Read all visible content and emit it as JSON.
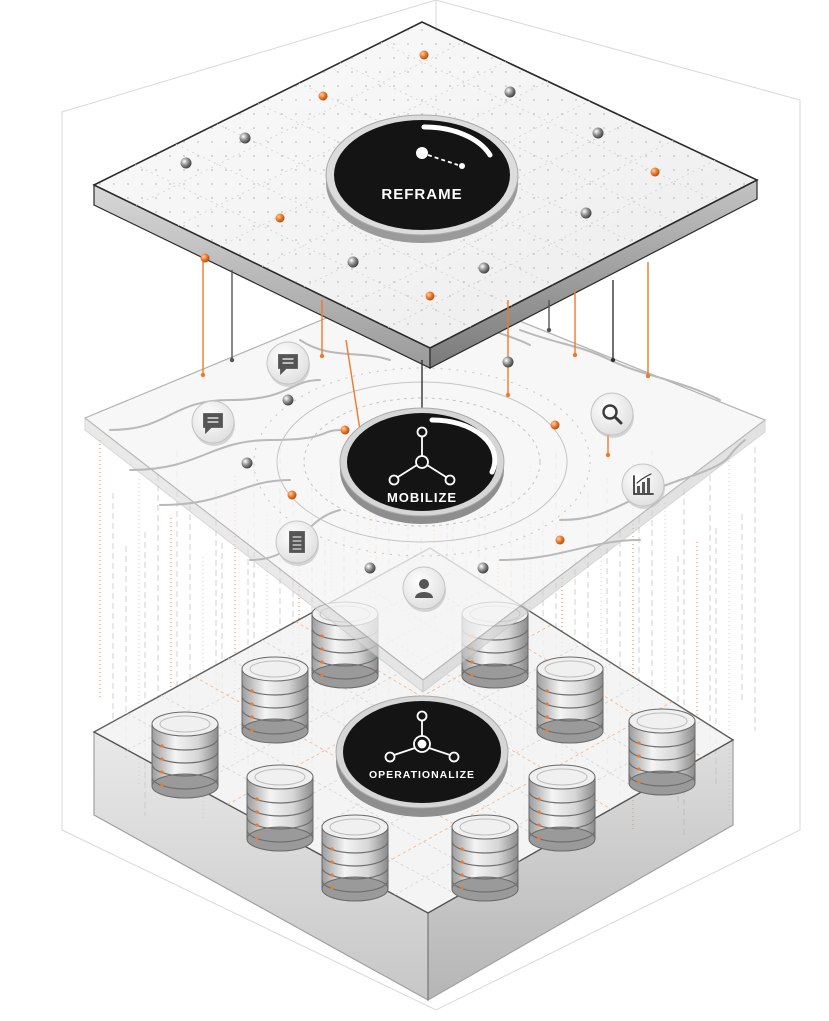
{
  "layers": [
    {
      "id": "reframe",
      "label": "REFRAME",
      "glyph": "single-node-icon"
    },
    {
      "id": "mobilize",
      "label": "MOBILIZE",
      "glyph": "tri-node-icon"
    },
    {
      "id": "operationalize",
      "label": "OPERATIONALIZE",
      "glyph": "hub-node-icon"
    }
  ],
  "middle_icons": [
    {
      "name": "chat-bubble-icon",
      "glyph": "chat"
    },
    {
      "name": "chat-bubble-left-icon",
      "glyph": "chat"
    },
    {
      "name": "search-icon",
      "glyph": "search"
    },
    {
      "name": "bar-chart-icon",
      "glyph": "chart"
    },
    {
      "name": "document-icon",
      "glyph": "doc"
    },
    {
      "name": "user-icon",
      "glyph": "user"
    }
  ],
  "colors": {
    "accent": "#f07a2a",
    "badge_dark": "#141414",
    "badge_ring": "#c9c9c9",
    "plate_edge": "#2a2a2a",
    "line_grey": "#9a9a9a"
  }
}
